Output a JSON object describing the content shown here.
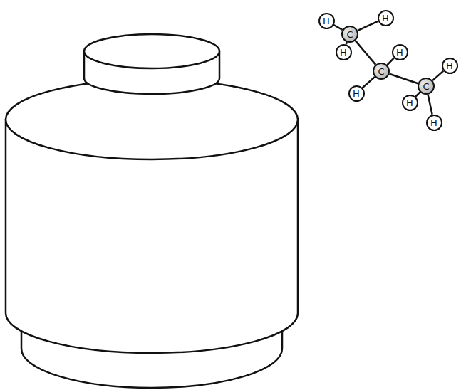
{
  "diagram": {
    "nodes": [
      {
        "text": [
          "H"
        ]
      },
      {
        "text": [
          "C"
        ]
      },
      {
        "text": [
          "H"
        ]
      },
      {
        "text": [
          "H"
        ]
      },
      {
        "text": [
          "H"
        ]
      },
      {
        "text": [
          "C"
        ]
      },
      {
        "text": [
          "H"
        ]
      },
      {
        "text": [
          "H"
        ]
      },
      {
        "text": [
          "C"
        ]
      },
      {
        "text": [
          "H"
        ]
      },
      {
        "text": [
          "H"
        ]
      }
    ],
    "edges": [
      {
        "from": 1,
        "to": 5,
        "arrow": "none"
      },
      {
        "from": 5,
        "to": 8,
        "arrow": "none"
      },
      {
        "from": 1,
        "to": 0,
        "arrow": "none"
      },
      {
        "from": 1,
        "to": 2,
        "arrow": "none"
      },
      {
        "from": 1,
        "to": 3,
        "arrow": "none"
      },
      {
        "from": 5,
        "to": 4,
        "arrow": "none"
      },
      {
        "from": 5,
        "to": 7,
        "arrow": "none"
      },
      {
        "from": 8,
        "to": 6,
        "arrow": "none"
      },
      {
        "from": 8,
        "to": 9,
        "arrow": "none"
      },
      {
        "from": 8,
        "to": 10,
        "arrow": "none"
      }
    ]
  }
}
